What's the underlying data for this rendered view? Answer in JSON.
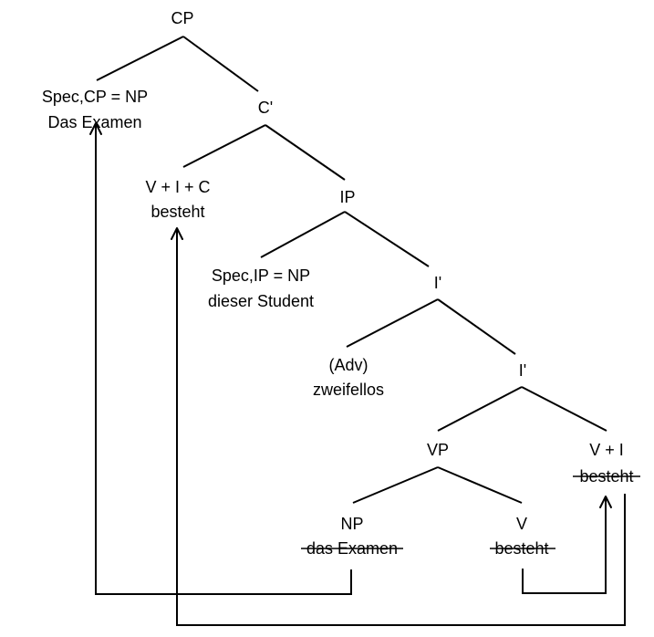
{
  "nodes": {
    "cp": {
      "label": "CP"
    },
    "spec_cp": {
      "label": "Spec,CP = NP",
      "word": "Das Examen"
    },
    "c_bar": {
      "label": "C'"
    },
    "v_i_c": {
      "label": "V + I + C",
      "word": "besteht"
    },
    "ip": {
      "label": "IP"
    },
    "spec_ip": {
      "label": "Spec,IP = NP",
      "word": "dieser Student"
    },
    "i_bar_1": {
      "label": "I'"
    },
    "adv": {
      "label": "(Adv)",
      "word": "zweifellos"
    },
    "i_bar_2": {
      "label": "I'"
    },
    "vp": {
      "label": "VP"
    },
    "v_i": {
      "label": "V + I",
      "word": "besteht",
      "struck": true
    },
    "np": {
      "label": "NP",
      "word": "das Examen",
      "struck": true
    },
    "v": {
      "label": "V",
      "word": "besteht",
      "struck": true
    }
  }
}
